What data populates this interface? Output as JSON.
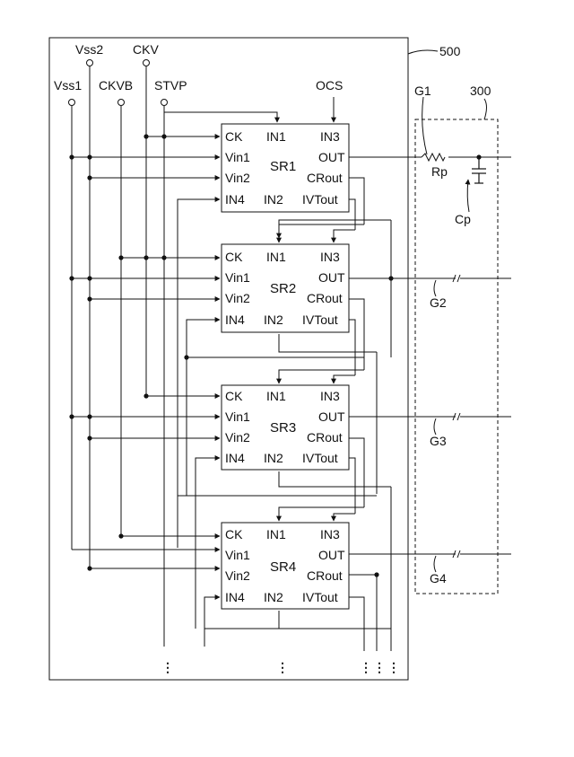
{
  "figure": {
    "block_ref": "500",
    "panel_ref": "300",
    "top_signals": [
      "Vss2",
      "CKV",
      "Vss1",
      "CKVB",
      "STVP",
      "OCS"
    ],
    "gate_lines": [
      "G1",
      "G2",
      "G3",
      "G4"
    ],
    "load": {
      "resistor": "Rp",
      "capacitor": "Cp"
    },
    "pins": {
      "ck": "CK",
      "vin1": "Vin1",
      "vin2": "Vin2",
      "in4": "IN4",
      "in1": "IN1",
      "in2": "IN2",
      "in3": "IN3",
      "out": "OUT",
      "crout": "CRout",
      "ivtout": "IVTout"
    },
    "stages": [
      {
        "name": "SR1"
      },
      {
        "name": "SR2"
      },
      {
        "name": "SR3"
      },
      {
        "name": "SR4"
      }
    ],
    "continuation": "⋮"
  }
}
